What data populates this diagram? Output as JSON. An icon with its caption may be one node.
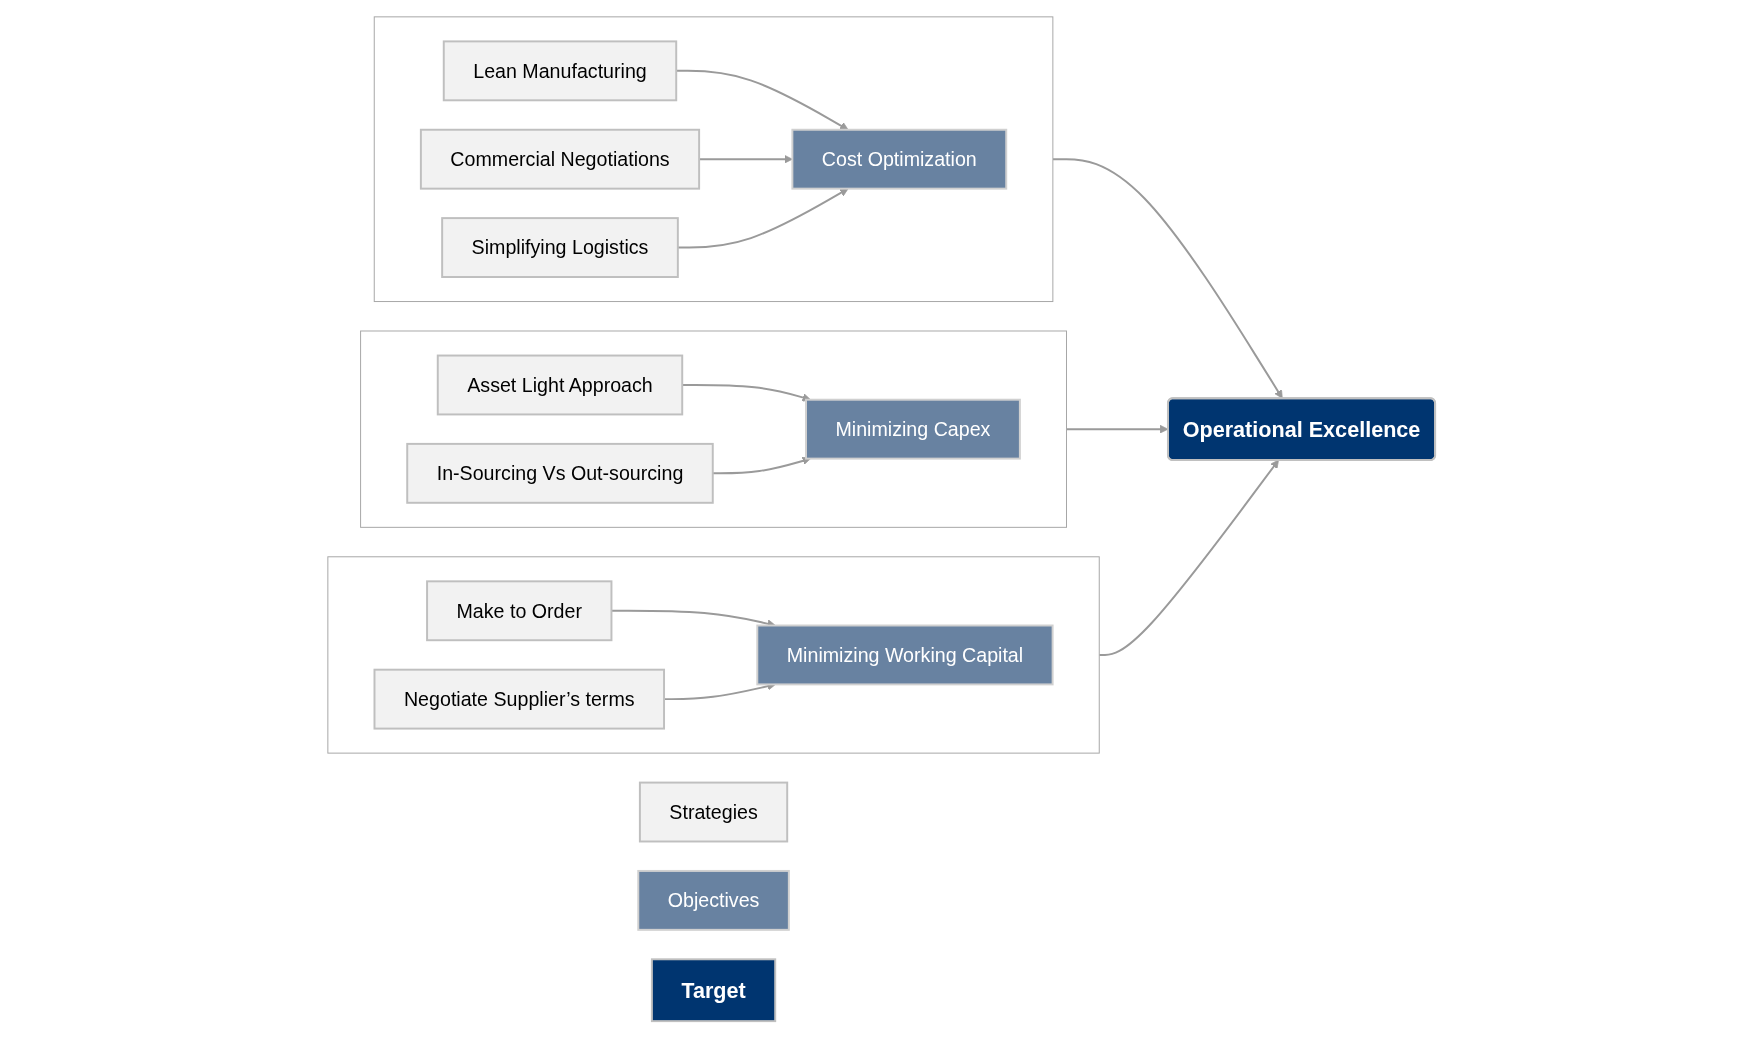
{
  "diagram": {
    "nodes": [
      {
        "text": [
          "Strategies"
        ]
      },
      {
        "text": [
          "Objectives"
        ]
      },
      {
        "text": [
          "Target"
        ]
      },
      {
        "text": [],
        "shape": "box"
      },
      {
        "text": [
          "Lean Manufacturing"
        ],
        "in": 3
      },
      {
        "text": [
          "Commercial Negotiations"
        ],
        "in": 3
      },
      {
        "text": [
          "Simplifying Logistics"
        ],
        "in": 3
      },
      {
        "text": [
          "Cost Optimization"
        ],
        "in": 3
      },
      {
        "text": [],
        "shape": "box"
      },
      {
        "text": [
          "Asset Light Approach"
        ],
        "in": 8
      },
      {
        "text": [
          "In-Sourcing Vs Out-sourcing"
        ],
        "in": 8
      },
      {
        "text": [
          "Minimizing Capex"
        ],
        "in": 8
      },
      {
        "text": [],
        "shape": "box"
      },
      {
        "text": [
          "Make to Order"
        ],
        "in": 12
      },
      {
        "text": [
          "Negotiate Supplier’s terms"
        ],
        "in": 12
      },
      {
        "text": [
          "Minimizing Working Capital"
        ],
        "in": 12
      },
      {
        "text": [
          "Operational Excellence"
        ]
      }
    ],
    "edges": [
      {
        "from": 4,
        "to": 7,
        "arrow": "to"
      },
      {
        "from": 5,
        "to": 7,
        "arrow": "to"
      },
      {
        "from": 6,
        "to": 7,
        "arrow": "to"
      },
      {
        "from": 9,
        "to": 11,
        "arrow": "to"
      },
      {
        "from": 10,
        "to": 11,
        "arrow": "to"
      },
      {
        "from": 13,
        "to": 15,
        "arrow": "to"
      },
      {
        "from": 14,
        "to": 15,
        "arrow": "to"
      },
      {
        "from": 3,
        "to": 16,
        "arrow": "to"
      },
      {
        "from": 8,
        "to": 16,
        "arrow": "to"
      },
      {
        "from": 12,
        "to": 16,
        "arrow": "to"
      }
    ]
  }
}
